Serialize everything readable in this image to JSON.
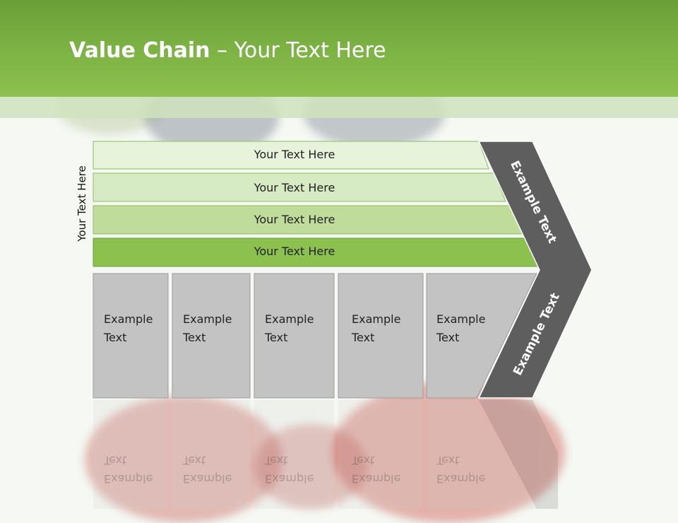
{
  "slide": {
    "title_bold": "Value Chain",
    "title_rest": " – Your Text Here",
    "side_label": "Your Text Here",
    "rows": [
      {
        "label": "Your Text Here",
        "color": "#e8f3dc"
      },
      {
        "label": "Your Text Here",
        "color": "#d6eac3"
      },
      {
        "label": "Your Text Here",
        "color": "#c0dc9a"
      },
      {
        "label": "Your Text Here",
        "color": "#8cc04f"
      }
    ],
    "steps": [
      {
        "label": "Example\nText"
      },
      {
        "label": "Example\nText"
      },
      {
        "label": "Example\nText"
      },
      {
        "label": "Example\nText"
      },
      {
        "label": "Example\nText"
      }
    ],
    "chevron_top_text": "Example Text",
    "chevron_bottom_text": "Example Text",
    "colors": {
      "header_green": "#7eb445",
      "step_gray": "#c3c3c3",
      "chevron_gray": "#5e5e5e"
    }
  }
}
